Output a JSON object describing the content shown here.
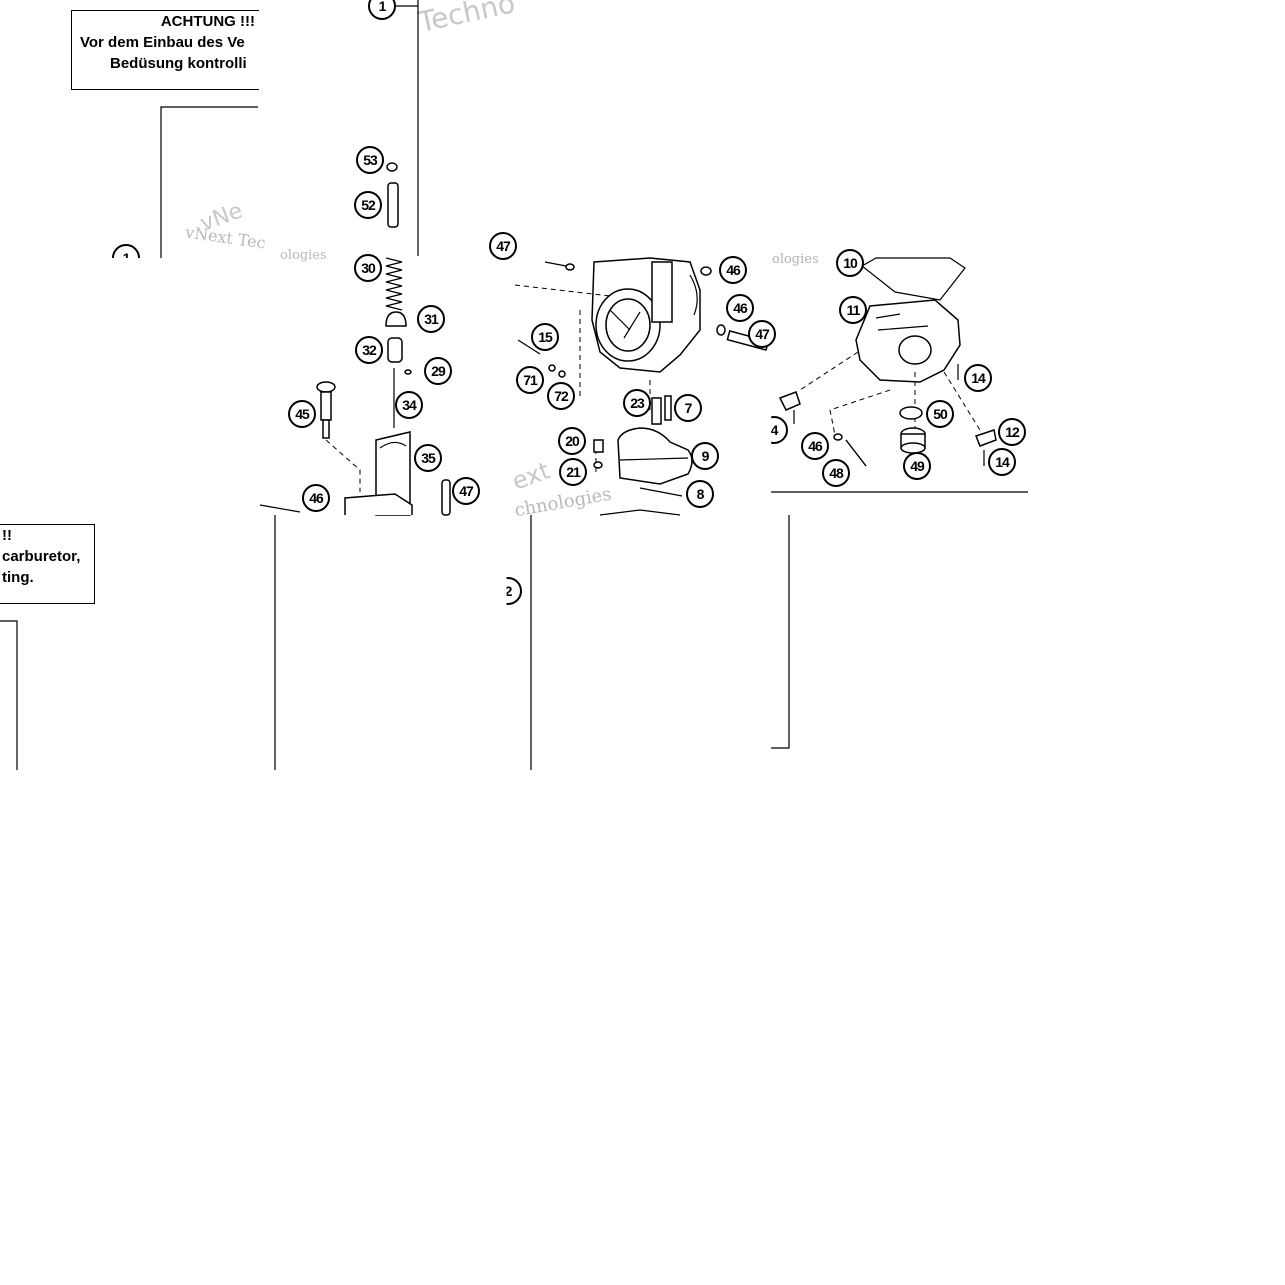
{
  "notice_de": {
    "lines": [
      "ACHTUNG !!!",
      "Vor dem Einbau des Ve",
      "Bedüsung kontrolli"
    ]
  },
  "notice_en": {
    "lines": [
      "!!",
      "carburetor,",
      "ting."
    ]
  },
  "watermarks": {
    "a": "Techno",
    "b": "vNext Tec",
    "c": "vNe",
    "d": "ologies",
    "e": "ologies",
    "f": "ext",
    "g": "chnologies",
    "h": "ologie"
  },
  "callouts": {
    "c1a": "1",
    "c1b": "1",
    "c53": "53",
    "c52": "52",
    "c30": "30",
    "c31": "31",
    "c32": "32",
    "c29": "29",
    "c34": "34",
    "c45": "45",
    "c35": "35",
    "c46a": "46",
    "c47a": "47",
    "c47b": "47",
    "c46b": "46",
    "c46c": "46",
    "c47c": "47",
    "c15": "15",
    "c71": "71",
    "c72": "72",
    "c23": "23",
    "c7": "7",
    "c20": "20",
    "c21": "21",
    "c9": "9",
    "c8": "8",
    "c2": "2",
    "c10": "10",
    "c11": "11",
    "c14a": "14",
    "c14b": "4",
    "c50": "50",
    "c46d": "46",
    "c12": "12",
    "c48": "48",
    "c49": "49",
    "c14c": "14"
  },
  "colors": {
    "line": "#000000",
    "background": "#ffffff",
    "watermark": "#b9b9b9"
  }
}
